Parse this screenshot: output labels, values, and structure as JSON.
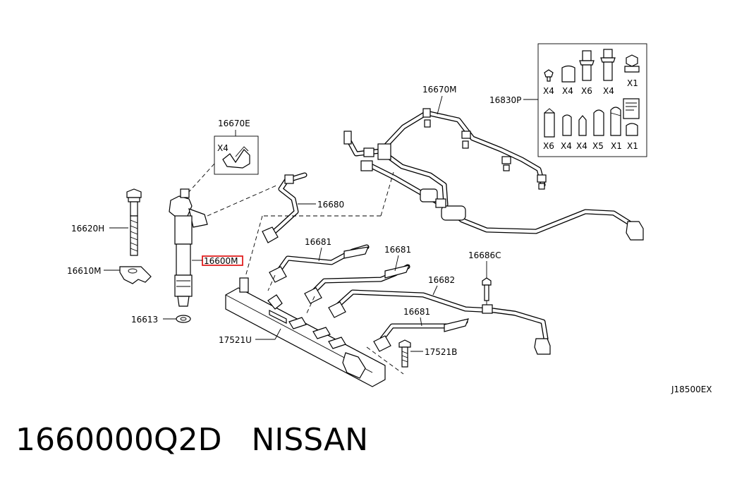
{
  "labels": {
    "p16670M": "16670M",
    "p16830P": "16830P",
    "p16670E": "16670E",
    "p16680": "16680",
    "p16620H": "16620H",
    "p16610M": "16610M",
    "p16600M": "16600M",
    "p16613": "16613",
    "p16681a": "16681",
    "p16681b": "16681",
    "p16681c": "16681",
    "p16686C": "16686C",
    "p16682": "16682",
    "p17521U": "17521U",
    "p17521B": "17521B",
    "ref": "J18500EX"
  },
  "kit": {
    "x4": "X4",
    "row1": [
      "X4",
      "X4",
      "X6",
      "X4",
      "X1"
    ],
    "row2": [
      "X6",
      "X4",
      "X4",
      "X5",
      "X1",
      "X1"
    ]
  },
  "caption": {
    "part_number": "1660000Q2D",
    "brand": "NISSAN"
  },
  "colors": {
    "highlight": "#e02020"
  }
}
